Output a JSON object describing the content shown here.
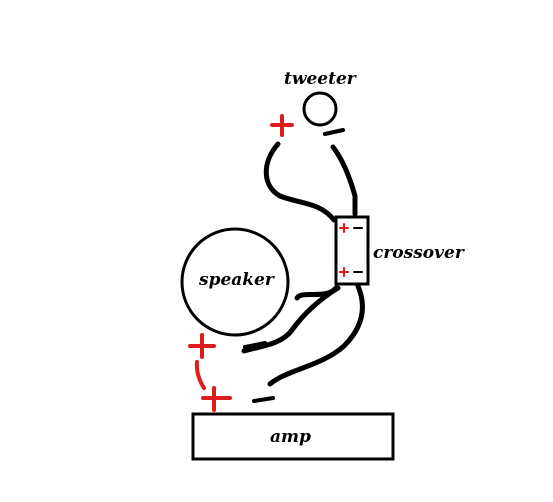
{
  "labels": {
    "tweeter": "tweeter",
    "crossover": "crossover",
    "speaker": "speaker",
    "amp": "amp"
  },
  "colors": {
    "positive": "#e01b1b",
    "negative": "#000000",
    "wire": "#000000",
    "background": "#ffffff"
  },
  "symbols": {
    "positive": "+",
    "negative": "−"
  }
}
